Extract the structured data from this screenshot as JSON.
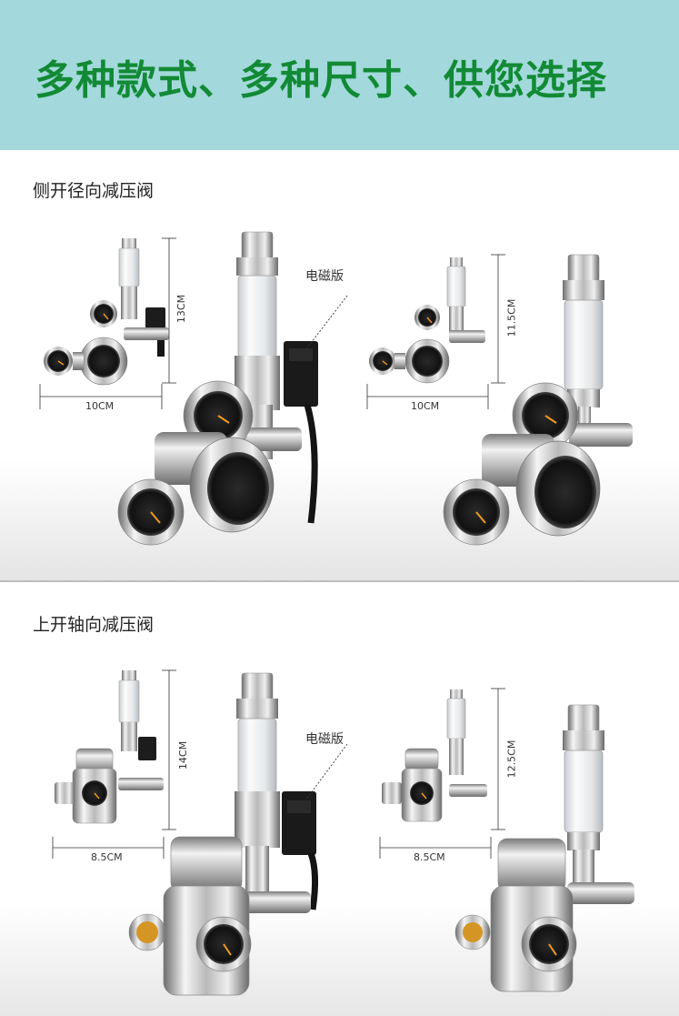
{
  "banner": {
    "title": "多种款式、多种尺寸、供您选择",
    "background_color": "#a3d9dc",
    "title_color": "#128a35"
  },
  "sections": [
    {
      "title": "侧开径向减压阀",
      "callout": "电磁版",
      "small_left": {
        "height": "13CM",
        "width": "10CM"
      },
      "small_right": {
        "height": "11.5CM",
        "width": "10CM"
      }
    },
    {
      "title": "上开轴向减压阀",
      "callout": "电磁版",
      "small_left": {
        "height": "14CM",
        "width": "8.5CM"
      },
      "small_right": {
        "height": "12.5CM",
        "width": "8.5CM"
      }
    }
  ]
}
